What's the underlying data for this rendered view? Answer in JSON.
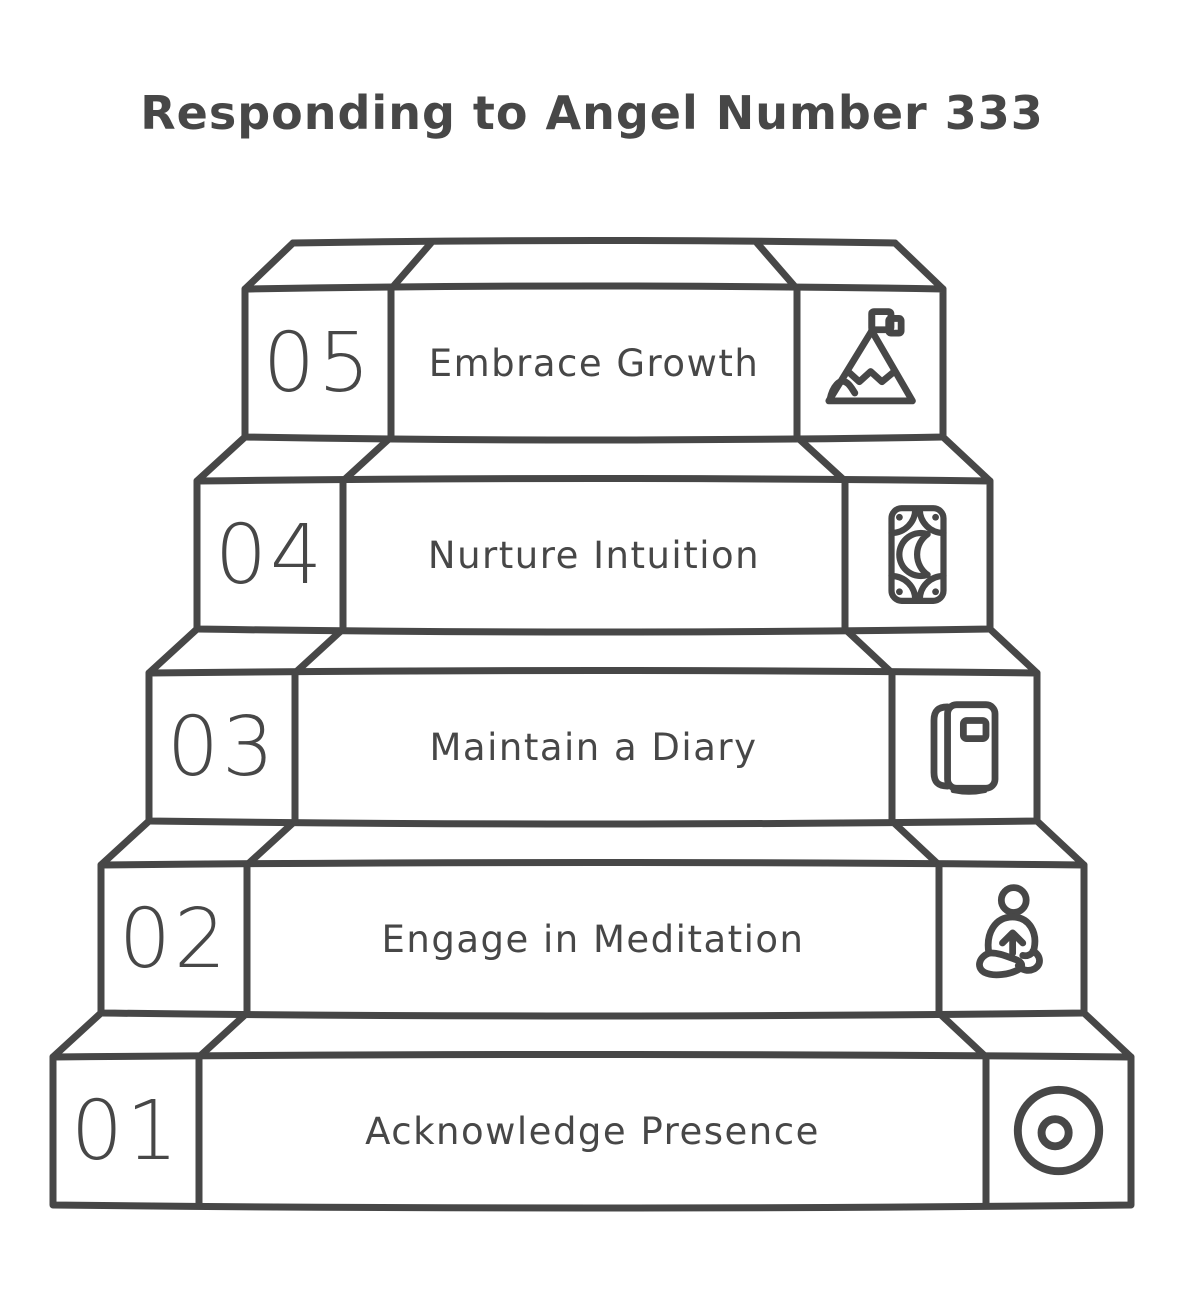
{
  "title": "Responding to Angel Number 333",
  "steps": [
    {
      "number": "05",
      "label": "Embrace Growth",
      "icon": "mountain-summit-flag-icon"
    },
    {
      "number": "04",
      "label": "Nurture Intuition",
      "icon": "tarot-card-moon-icon"
    },
    {
      "number": "03",
      "label": "Maintain a Diary",
      "icon": "diary-notebook-icon"
    },
    {
      "number": "02",
      "label": "Engage in Meditation",
      "icon": "meditation-person-icon"
    },
    {
      "number": "01",
      "label": "Acknowledge Presence",
      "icon": "circle-dot-icon"
    }
  ],
  "theme": {
    "ink": "#474747",
    "background": "#ffffff"
  }
}
